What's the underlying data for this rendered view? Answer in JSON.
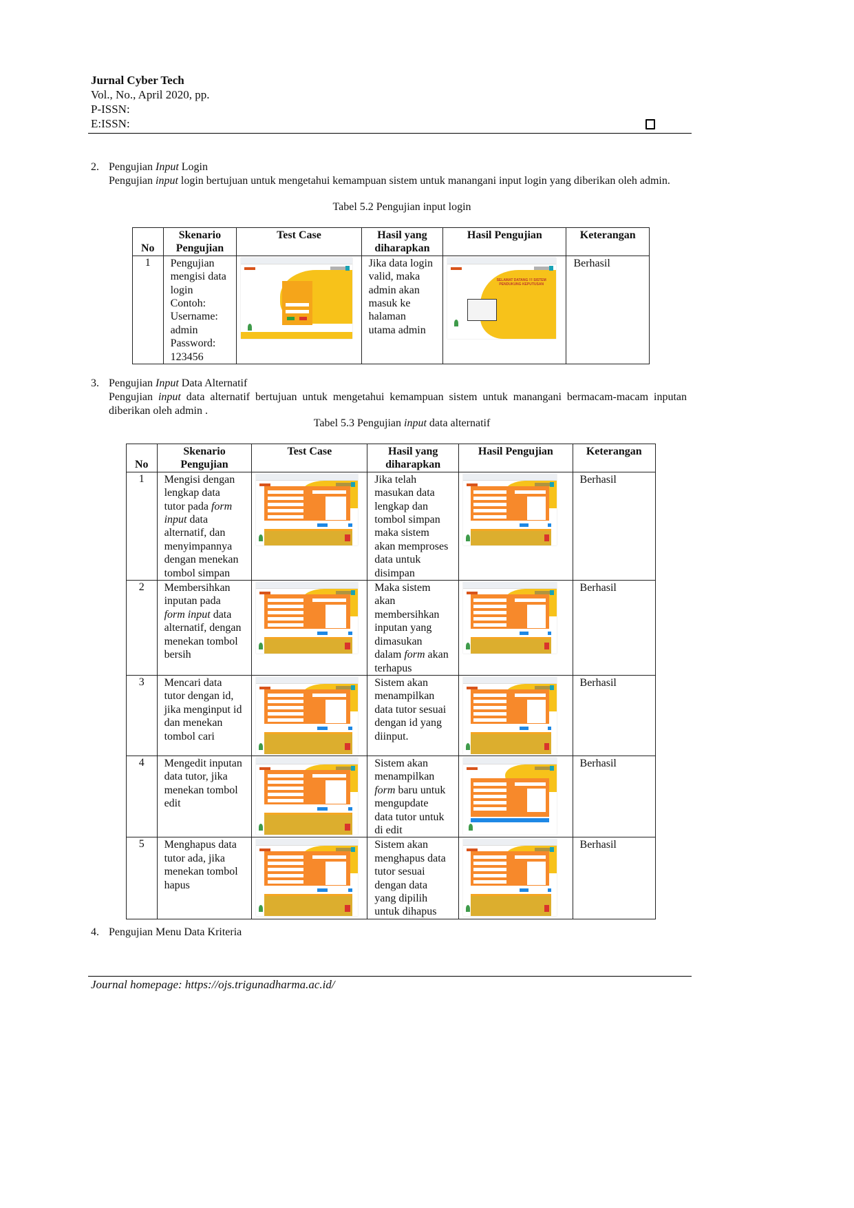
{
  "header": {
    "journal": "Jurnal Cyber Tech",
    "volume": "Vol., No., April 2020, pp.",
    "pissn": "P-ISSN:",
    "eissn": "E:ISSN:"
  },
  "section2": {
    "num": "2.",
    "title": [
      "Pengujian ",
      {
        "i": "Input"
      },
      " Login"
    ],
    "para": [
      "Pengujian ",
      {
        "i": "input"
      },
      " login bertujuan untuk mengetahui kemampuan sistem untuk manangani input login yang diberikan oleh admin."
    ],
    "caption": [
      "Tabel 5.2 Pengujian input login"
    ]
  },
  "table1": {
    "headers": [
      "No",
      "Skenario Pengujian",
      "Test Case",
      "Hasil yang diharapkan",
      "Hasil Pengujian",
      "Keterangan"
    ],
    "rows": [
      {
        "no": "1",
        "skenario": [
          [
            "Pengujian"
          ],
          [
            "mengisi data"
          ],
          [
            "login"
          ],
          [
            "Contoh:"
          ],
          [
            "Username:"
          ],
          [
            "admin"
          ],
          [
            "Password:"
          ],
          [
            "123456"
          ]
        ],
        "test_case_screenshot": "login-page",
        "harapan": [
          [
            "Jika data login"
          ],
          [
            "valid, maka"
          ],
          [
            "admin akan"
          ],
          [
            "masuk ke"
          ],
          [
            "halaman"
          ],
          [
            "utama admin"
          ]
        ],
        "hasil_screenshot": "welcome-page",
        "hasil_screenshot_text": "SELAMAT DATANG !!! SISTEM PENDUKUNG KEPUTUSAN",
        "keterangan": "Berhasil"
      }
    ]
  },
  "section3": {
    "num": "3.",
    "title": [
      "Pengujian ",
      {
        "i": "Input"
      },
      " Data Alternatif"
    ],
    "para": [
      "Pengujian ",
      {
        "i": "input"
      },
      " data alternatif bertujuan untuk mengetahui kemampuan sistem untuk manangani bermacam-macam inputan diberikan oleh admin ."
    ],
    "caption": [
      "Tabel 5.3 Pengujian ",
      {
        "i": "input"
      },
      " data alternatif"
    ]
  },
  "table2": {
    "headers": [
      "No",
      "Skenario Pengujian",
      "Test Case",
      "Hasil yang diharapkan",
      "Hasil Pengujian",
      "Keterangan"
    ],
    "rows": [
      {
        "no": "1",
        "skenario": [
          [
            "Mengisi dengan"
          ],
          [
            "lengkap data"
          ],
          [
            "tutor pada ",
            {
              "i": "form"
            }
          ],
          [
            {
              "i": "input"
            },
            " data"
          ],
          [
            "alternatif, dan"
          ],
          [
            "menyimpannya"
          ],
          [
            "dengan menekan"
          ],
          [
            "tombol simpan"
          ]
        ],
        "test_case_screenshot": "form-filled",
        "harapan": [
          [
            "Jika telah"
          ],
          [
            "masukan data"
          ],
          [
            "lengkap dan"
          ],
          [
            "tombol simpan"
          ],
          [
            "maka sistem"
          ],
          [
            "akan memproses"
          ],
          [
            "data untuk"
          ],
          [
            "disimpan"
          ]
        ],
        "hasil_screenshot": "form-saved",
        "keterangan": "Berhasil"
      },
      {
        "no": "2",
        "skenario": [
          [
            "Membersihkan"
          ],
          [
            "inputan pada"
          ],
          [
            {
              "i": "form input"
            },
            " data"
          ],
          [
            "alternatif, dengan"
          ],
          [
            "menekan tombol"
          ],
          [
            "bersih"
          ]
        ],
        "test_case_screenshot": "form-filled",
        "harapan": [
          [
            "Maka sistem"
          ],
          [
            "akan"
          ],
          [
            "membersihkan"
          ],
          [
            "inputan yang"
          ],
          [
            "dimasukan"
          ],
          [
            "dalam ",
            {
              "i": "form"
            },
            " akan"
          ],
          [
            "terhapus"
          ]
        ],
        "hasil_screenshot": "form-cleared",
        "keterangan": "Berhasil"
      },
      {
        "no": "3",
        "skenario": [
          [
            "Mencari data"
          ],
          [
            "tutor dengan id,"
          ],
          [
            "jika menginput id"
          ],
          [
            "dan menekan"
          ],
          [
            "tombol cari"
          ]
        ],
        "test_case_screenshot": "form-search",
        "harapan": [
          [
            "Sistem akan"
          ],
          [
            "menampilkan"
          ],
          [
            "data tutor sesuai"
          ],
          [
            "dengan id yang"
          ],
          [
            "diinput."
          ]
        ],
        "hasil_screenshot": "search-result",
        "keterangan": "Berhasil"
      },
      {
        "no": "4",
        "skenario": [
          [
            "Mengedit inputan"
          ],
          [
            "data tutor, jika"
          ],
          [
            "menekan tombol"
          ],
          [
            "edit"
          ]
        ],
        "test_case_screenshot": "form-list",
        "harapan": [
          [
            "Sistem akan"
          ],
          [
            "menampilkan"
          ],
          [
            {
              "i": "form"
            },
            " baru untuk"
          ],
          [
            "mengupdate"
          ],
          [
            "data tutor untuk"
          ],
          [
            "di edit"
          ]
        ],
        "hasil_screenshot": "edit-form",
        "keterangan": "Berhasil"
      },
      {
        "no": "5",
        "skenario": [
          [
            "Menghapus data"
          ],
          [
            "tutor ada, jika"
          ],
          [
            "menekan tombol"
          ],
          [
            "hapus"
          ]
        ],
        "test_case_screenshot": "form-list",
        "harapan": [
          [
            "Sistem akan"
          ],
          [
            "menghapus data"
          ],
          [
            "tutor sesuai"
          ],
          [
            "dengan data"
          ],
          [
            "yang dipilih"
          ],
          [
            "untuk dihapus"
          ]
        ],
        "hasil_screenshot": "form-deleted",
        "keterangan": "Berhasil"
      }
    ]
  },
  "section4": {
    "num": "4.",
    "title": [
      "Pengujian Menu Data Kriteria"
    ]
  },
  "footer": {
    "homepage": "Journal homepage: https://ojs.trigunadharma.ac.id/"
  },
  "colors": {
    "yellow": "#f7c21a",
    "orange": "#f7892b",
    "table_gold": "#dcae2e",
    "blue": "#1e88e5"
  }
}
